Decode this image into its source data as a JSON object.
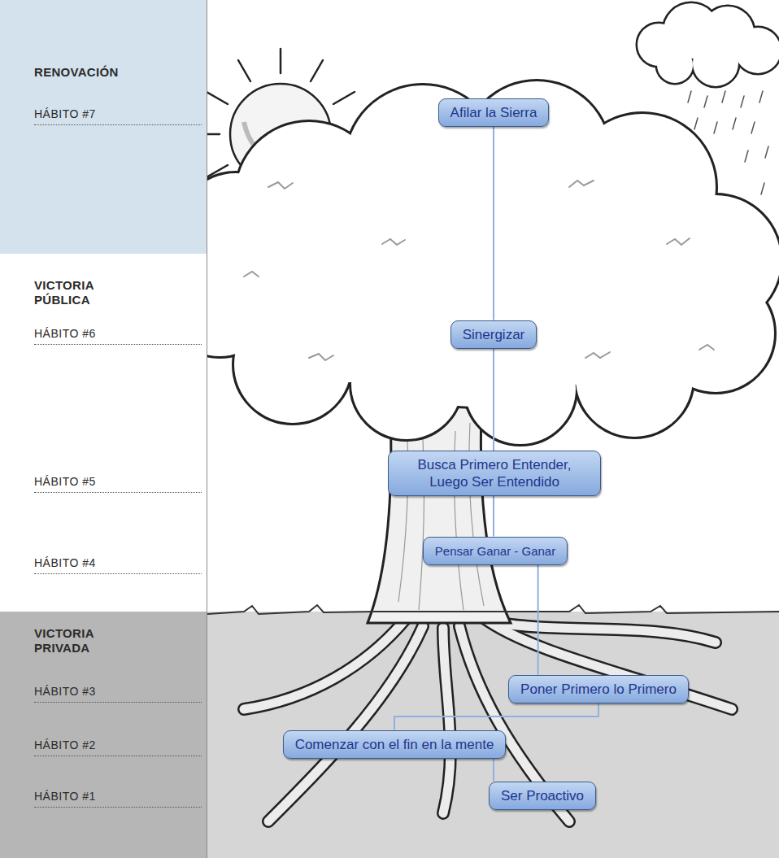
{
  "diagram": {
    "nodes": [
      {
        "text": [
          "RENOVACIÓN",
          "HÁBITO #7"
        ]
      },
      {
        "text": [
          "Afilar la Sierra"
        ]
      },
      {
        "text": [
          "VICTORIA PÚBLICA",
          "HÁBITO #6",
          "HÁBITO #5",
          "HÁBITO #4"
        ]
      },
      {
        "text": [
          "Sinergizar"
        ]
      },
      {
        "text": [
          "Busca Primero Entender, Luego Ser Entendido"
        ]
      },
      {
        "text": [
          "Pensar Ganar - Ganar"
        ]
      },
      {
        "text": [
          "VICTORIA PRIVADA",
          "HÁBITO #3",
          "HÁBITO #2",
          "HÁBITO #1"
        ]
      },
      {
        "text": [
          "Poner Primero lo Primero"
        ]
      },
      {
        "text": [
          "Comenzar con el fin en la mente"
        ]
      },
      {
        "text": [
          "Ser Proactivo"
        ]
      }
    ],
    "edges": [
      {
        "from": 1,
        "to": 3,
        "arrow": "none"
      },
      {
        "from": 3,
        "to": 4,
        "arrow": "none"
      },
      {
        "from": 4,
        "to": 5,
        "arrow": "none"
      },
      {
        "from": 5,
        "to": 7,
        "arrow": "none"
      },
      {
        "from": 7,
        "to": 8,
        "arrow": "none"
      },
      {
        "from": 8,
        "to": 9,
        "arrow": "none"
      }
    ]
  }
}
